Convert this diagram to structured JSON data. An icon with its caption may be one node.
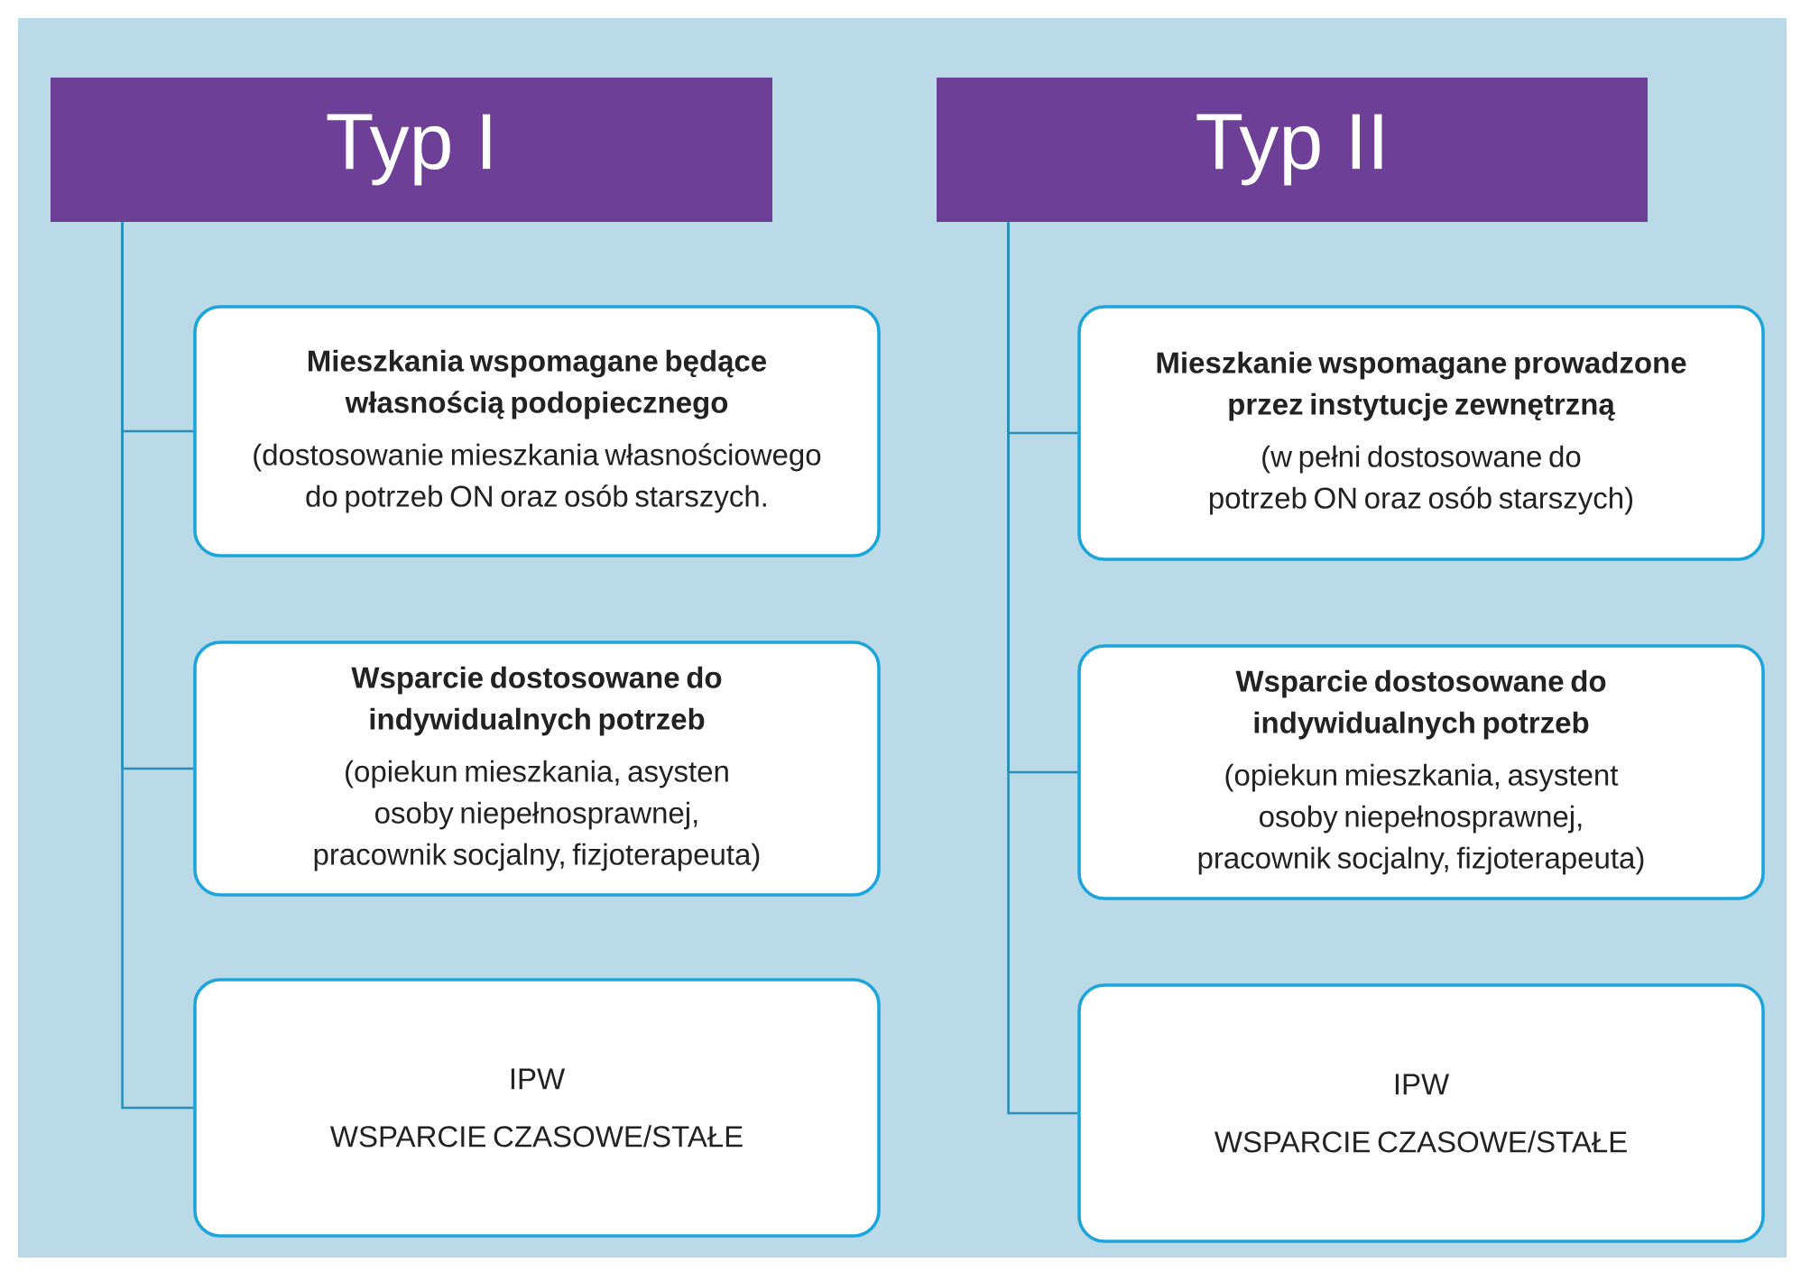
{
  "diagram": {
    "nodes": [
      {
        "text": [
          "Typ I"
        ]
      },
      {
        "text": [
          "Mieszkania wspomagane  będące własnością podopiecznego",
          "(dostosowanie mieszkania własnościowego do potrzeb ON oraz osób starszych."
        ]
      },
      {
        "text": [
          "Wsparcie dostosowane do indywidualnych potrzeb",
          "(opiekun mieszkania, asysten osoby niepełnosprawnej, pracownik socjalny, fizjoterapeuta)"
        ]
      },
      {
        "text": [
          "IPW",
          "WSPARCIE CZASOWE/STAŁE"
        ]
      },
      {
        "text": [
          "Typ II"
        ]
      },
      {
        "text": [
          "Mieszkanie wspomagane prowadzone przez instytucje zewnętrzną",
          "(w pełni dostosowane do potrzeb ON oraz osób starszych)"
        ]
      },
      {
        "text": [
          "Wsparcie dostosowane do indywidualnych potrzeb",
          "(opiekun mieszkania, asystent osoby niepełnosprawnej, pracownik socjalny, fizjoterapeuta)"
        ]
      },
      {
        "text": [
          "IPW",
          "WSPARCIE CZASOWE/STAŁE"
        ]
      }
    ],
    "edges": [
      {
        "from": 0,
        "to": 1,
        "arrow": "none"
      },
      {
        "from": 0,
        "to": 2,
        "arrow": "none"
      },
      {
        "from": 0,
        "to": 3,
        "arrow": "none"
      },
      {
        "from": 4,
        "to": 5,
        "arrow": "none"
      },
      {
        "from": 4,
        "to": 6,
        "arrow": "none"
      },
      {
        "from": 4,
        "to": 7,
        "arrow": "none"
      }
    ]
  }
}
